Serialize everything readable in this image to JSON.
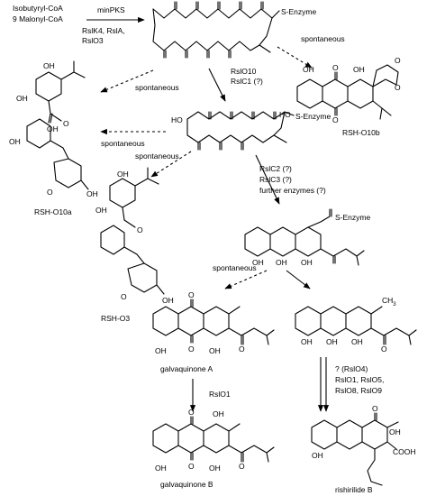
{
  "starter": {
    "line1": "Isobutyryl-CoA",
    "line2": "9 Malonyl-CoA",
    "enzyme": "minPKS",
    "cofactors_line1": "RslK4, RslA,",
    "cofactors_line2": "RslO3"
  },
  "labels": {
    "s_enzyme": "S-Enzyme",
    "spontaneous": "spontaneous",
    "step2_line1": "RslO10",
    "step2_line2": "RslC1 (?)",
    "step3_line1": "RslC2 (?)",
    "step3_line2": "RslC3 (?)",
    "step3_line3": "further enzymes (?)",
    "step_o1": "RslO1",
    "step_final_line1": "? (RslO4)",
    "step_final_line2": "RslO1, RslO5,",
    "step_final_line3": "RslO8, RslO9"
  },
  "atoms": {
    "oxygen": "O",
    "hydroxyl": "OH",
    "hydroxyl_left": "HO",
    "methyl": "CH",
    "methyl_sub": "3",
    "carboxyl": "COOH"
  },
  "compounds": {
    "o10b": "RSH-O10b",
    "o10a": "RSH-O10a",
    "o3": "RSH-O3",
    "galvaquinone_a": "galvaquinone A",
    "galvaquinone_b": "galvaquinone B",
    "rishirilide_b": "rishirilide B"
  }
}
